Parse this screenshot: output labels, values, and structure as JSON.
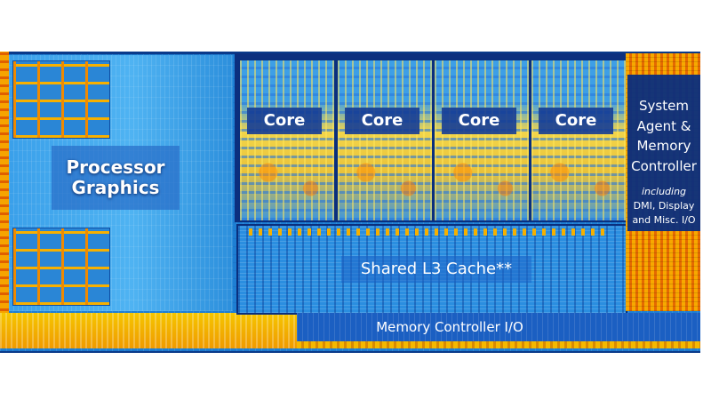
{
  "labels": {
    "processor_graphics": "Processor Graphics",
    "cores": [
      "Core",
      "Core",
      "Core",
      "Core"
    ],
    "shared_cache": "Shared L3 Cache**",
    "memory_controller": "Memory Controller I/O",
    "system_agent": "System Agent & Memory Controller",
    "system_agent_including": "including",
    "system_agent_details": "DMI, Display and Misc. I/O"
  },
  "colors": {
    "die_blue": "#1e7fd4",
    "panel_dark_blue": "#0c2f7e",
    "gold": "#f6a400"
  }
}
